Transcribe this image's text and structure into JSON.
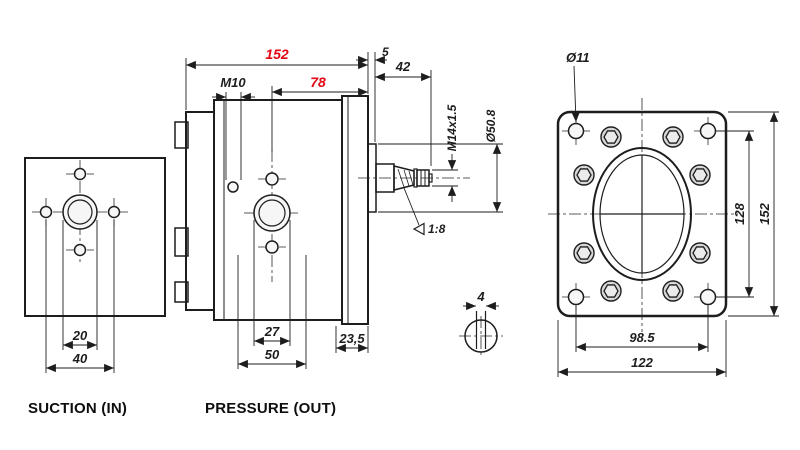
{
  "drawing": {
    "background": "#ffffff",
    "line_color": "#1d1d1d",
    "accent_red": "#e30613"
  },
  "suction_view": {
    "label": "SUCTION (IN)",
    "dim_bore": "20",
    "dim_bolt_spacing": "40"
  },
  "pressure_view": {
    "label": "PRESSURE (OUT)",
    "dim_total_length": "152",
    "dim_spigot_depth": "5",
    "dim_thread": "M10",
    "dim_port_to_face": "78",
    "dim_shaft_length": "42",
    "dim_shaft_thread": "M14x1.5",
    "dim_spigot_dia": "Ø50.8",
    "dim_taper": "1:8",
    "dim_port_bore": "27",
    "dim_port_bolt_spacing": "50",
    "dim_flange_thickness": "23,5"
  },
  "key_detail": {
    "dim_key_width": "4"
  },
  "flange_view": {
    "dim_hole_dia": "Ø11",
    "dim_bolt_pattern_height": "128",
    "dim_height": "152",
    "dim_bolt_pattern_width": "98.5",
    "dim_width": "122"
  }
}
